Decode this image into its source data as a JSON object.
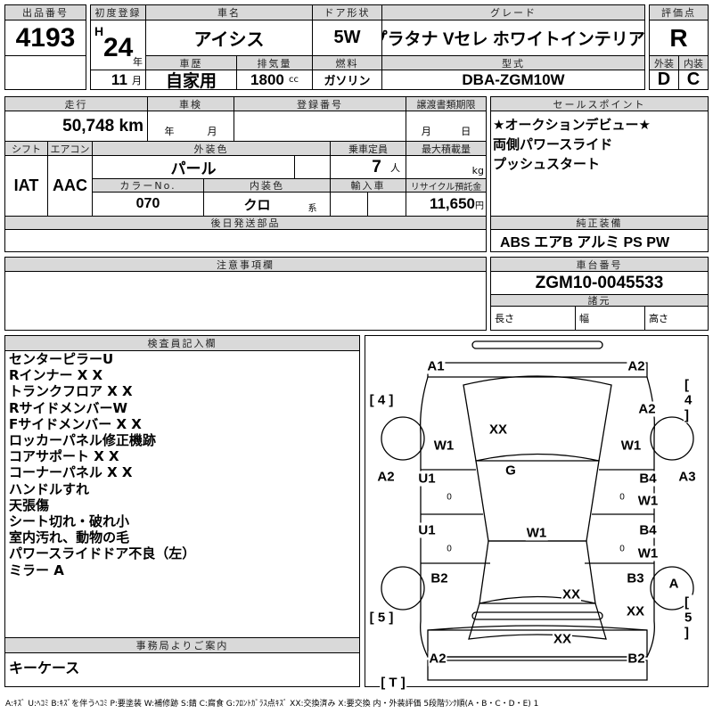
{
  "lot": {
    "label": "出品番号",
    "value": "4193"
  },
  "first_reg": {
    "label": "初度登録",
    "era": "H",
    "year": "24",
    "year_unit": "年",
    "month": "11",
    "month_unit": "月"
  },
  "car_name": {
    "label": "車名",
    "value": "アイシス"
  },
  "door": {
    "label": "ドア形状",
    "value": "5W"
  },
  "grade": {
    "label": "グレード",
    "value": "プラタナ Vセレ ホワイトインテリアP"
  },
  "history": {
    "label": "車歴",
    "value": "自家用"
  },
  "displacement": {
    "label": "排気量",
    "value": "1800",
    "unit": "cc"
  },
  "fuel": {
    "label": "燃料",
    "value": "ガソリン"
  },
  "model": {
    "label": "型式",
    "value": "DBA-ZGM10W"
  },
  "score": {
    "label": "評価点",
    "value": "R",
    "ext_label": "外装",
    "int_label": "内装",
    "ext": "D",
    "int": "C"
  },
  "mileage": {
    "label": "走行",
    "value": "50,748 km"
  },
  "inspection": {
    "label": "車検",
    "year_unit": "年",
    "month_unit": "月"
  },
  "reg_no": {
    "label": "登録番号"
  },
  "transfer": {
    "label": "譲渡書類期限",
    "month_unit": "月",
    "day_unit": "日"
  },
  "shift": {
    "label": "シフト",
    "value": "IAT"
  },
  "ac": {
    "label": "エアコン",
    "value": "AAC"
  },
  "ext_color": {
    "label": "外装色",
    "value": "パール"
  },
  "capacity": {
    "label": "乗車定員",
    "value": "7",
    "unit": "人"
  },
  "max_load": {
    "label": "最大積載量",
    "unit": "kg"
  },
  "color_no": {
    "label": "カラーNo.",
    "value": "070"
  },
  "int_color": {
    "label": "内装色",
    "value": "クロ",
    "unit": "系"
  },
  "import": {
    "label": "輸入車"
  },
  "recycle": {
    "label": "リサイクル預託金",
    "value": "11,650",
    "unit": "円"
  },
  "later_parts": {
    "label": "後日発送部品"
  },
  "sales": {
    "label": "セールスポイント",
    "items": [
      "★オークションデビュー★",
      "両側パワースライド",
      "プッシュスタート"
    ]
  },
  "equipment": {
    "label": "純正装備",
    "value": "ABS エアB アルミ PS PW"
  },
  "notes": {
    "label": "注意事項欄"
  },
  "chassis": {
    "label": "車台番号",
    "value": "ZGM10-0045533",
    "spec_label": "諸元",
    "length": "長さ",
    "width": "幅",
    "height": "高さ"
  },
  "inspector": {
    "label": "検査員記入欄",
    "items": [
      "センターピラーU",
      "Rインナー X X",
      "トランクフロア X X",
      "RサイドメンバーW",
      "Fサイドメンバー X X",
      "ロッカーパネル修正機跡",
      "コアサポート X X",
      "コーナーパネル X X",
      "ハンドルすれ",
      "天張傷",
      "シート切れ・破れ小",
      "室内汚れ、動物の毛",
      "パワースライドドア不良（左）",
      "ミラー A"
    ]
  },
  "office": {
    "label": "事務局よりご案内",
    "value": "キーケース"
  },
  "diagram": {
    "marks": [
      "A1",
      "A2",
      "[ 4 ]",
      "[ 4 ]",
      "A2",
      "XX",
      "W1",
      "W1",
      "G",
      "A2",
      "U1",
      "B4",
      "A3",
      "W1",
      "U1",
      "W1",
      "B4",
      "W1",
      "B2",
      "B3",
      "A",
      "XX",
      "XX",
      "[ 5 ]",
      "[ 5 ]",
      "XX",
      "A2",
      "B2",
      "[ T ]",
      "0",
      "0",
      "0",
      "0"
    ]
  },
  "legend": "A:ｷｽﾞ U:ﾍｺﾐ B:ｷｽﾞを伴うﾍｺﾐ P:要塗装 W:補修跡 S:錆 C:腐食 G:ﾌﾛﾝﾄｶﾞﾗｽ点ｷｽﾞ XX:交換済み X:要交換 内・外装評価 5段階ﾗﾝｸ順(A・B・C・D・E) 1"
}
